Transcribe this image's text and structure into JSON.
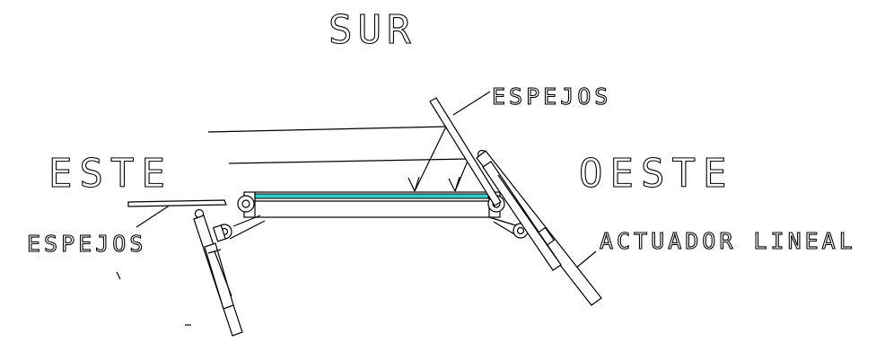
{
  "labels": {
    "south": "SUR",
    "east": "ESTE",
    "west": "OESTE",
    "mirrors_right": "ESPEJOS",
    "mirrors_left": "ESPEJOS",
    "actuator": "ACTUADOR LINEAL"
  },
  "colors": {
    "line": "#000000",
    "panel": "#33cccc",
    "background": "#ffffff"
  }
}
